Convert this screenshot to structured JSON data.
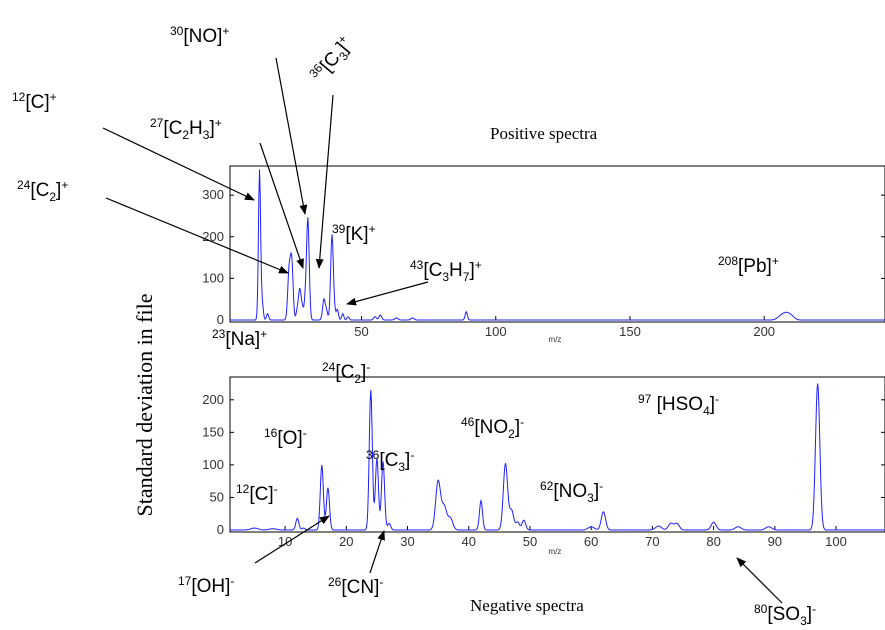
{
  "figure": {
    "ylabel": "Standard deviation in file",
    "line_color": "#1f1fff",
    "arrow_color": "#000000"
  },
  "chart_data": [
    {
      "type": "line",
      "title": "Positive spectra",
      "xlabel": "m/z",
      "ylabel": "",
      "xlim": [
        1,
        245
      ],
      "ylim": [
        0,
        370
      ],
      "grid": false,
      "x_ticks": [
        50,
        100,
        150,
        200
      ],
      "y_ticks": [
        0,
        100,
        200,
        300
      ],
      "peaks": [
        {
          "x": 12,
          "y": 360,
          "w": 0.4
        },
        {
          "x": 13,
          "y": 40,
          "w": 0.4
        },
        {
          "x": 15,
          "y": 15,
          "w": 0.4
        },
        {
          "x": 23,
          "y": 115,
          "w": 0.5
        },
        {
          "x": 24,
          "y": 140,
          "w": 0.5
        },
        {
          "x": 26,
          "y": 20,
          "w": 0.4
        },
        {
          "x": 27,
          "y": 75,
          "w": 0.5
        },
        {
          "x": 28,
          "y": 25,
          "w": 0.4
        },
        {
          "x": 29,
          "y": 40,
          "w": 0.4
        },
        {
          "x": 30,
          "y": 245,
          "w": 0.5
        },
        {
          "x": 36,
          "y": 50,
          "w": 0.5
        },
        {
          "x": 37,
          "y": 20,
          "w": 0.4
        },
        {
          "x": 39,
          "y": 205,
          "w": 0.5
        },
        {
          "x": 40,
          "y": 15,
          "w": 0.4
        },
        {
          "x": 41,
          "y": 25,
          "w": 0.4
        },
        {
          "x": 43,
          "y": 15,
          "w": 0.4
        },
        {
          "x": 45,
          "y": 8,
          "w": 0.4
        },
        {
          "x": 55,
          "y": 8,
          "w": 0.5
        },
        {
          "x": 57,
          "y": 12,
          "w": 0.5
        },
        {
          "x": 63,
          "y": 5,
          "w": 0.6
        },
        {
          "x": 69,
          "y": 5,
          "w": 0.6
        },
        {
          "x": 89,
          "y": 20,
          "w": 0.4
        },
        {
          "x": 206,
          "y": 8,
          "w": 1.2
        },
        {
          "x": 208,
          "y": 14,
          "w": 1.2
        },
        {
          "x": 210,
          "y": 10,
          "w": 1.2
        }
      ],
      "annotations": [
        {
          "sup": "12",
          "body": "[C]",
          "charge": "+"
        },
        {
          "sup": "24",
          "body": "[C",
          "sub": "2",
          "tail": "]",
          "charge": "+"
        },
        {
          "sup": "27",
          "body": "[C",
          "sub": "2",
          "body2": "H",
          "sub2": "3",
          "tail": "]",
          "charge": "+"
        },
        {
          "sup": "30",
          "body": "[NO]",
          "charge": "+"
        },
        {
          "sup": "36",
          "body": "[C",
          "sub": "3",
          "tail": "]",
          "charge": "+"
        },
        {
          "sup": "39",
          "body": "[K]",
          "charge": "+"
        },
        {
          "sup": "43",
          "body": "[C",
          "sub": "3",
          "body2": "H",
          "sub2": "7",
          "tail": "]",
          "charge": "+"
        },
        {
          "sup": "208",
          "body": "[Pb]",
          "charge": "+"
        },
        {
          "sup": "23",
          "body": "[Na]",
          "charge": "+"
        }
      ]
    },
    {
      "type": "line",
      "title": "Negative spectra",
      "xlabel": "m/z",
      "ylabel": "",
      "xlim": [
        1,
        108
      ],
      "ylim": [
        0,
        235
      ],
      "grid": false,
      "x_ticks": [
        10,
        20,
        30,
        40,
        50,
        60,
        70,
        80,
        90,
        100
      ],
      "y_ticks": [
        0,
        50,
        100,
        150,
        200
      ],
      "peaks": [
        {
          "x": 5,
          "y": 3,
          "w": 0.6
        },
        {
          "x": 8,
          "y": 2,
          "w": 0.6
        },
        {
          "x": 12,
          "y": 18,
          "w": 0.25
        },
        {
          "x": 13,
          "y": 3,
          "w": 0.25
        },
        {
          "x": 16,
          "y": 100,
          "w": 0.25
        },
        {
          "x": 17,
          "y": 65,
          "w": 0.25
        },
        {
          "x": 24,
          "y": 215,
          "w": 0.25
        },
        {
          "x": 25,
          "y": 110,
          "w": 0.25
        },
        {
          "x": 26,
          "y": 105,
          "w": 0.25
        },
        {
          "x": 27,
          "y": 10,
          "w": 0.25
        },
        {
          "x": 35,
          "y": 75,
          "w": 0.4
        },
        {
          "x": 36,
          "y": 35,
          "w": 0.4
        },
        {
          "x": 37,
          "y": 18,
          "w": 0.4
        },
        {
          "x": 42,
          "y": 45,
          "w": 0.25
        },
        {
          "x": 46,
          "y": 102,
          "w": 0.35
        },
        {
          "x": 47,
          "y": 30,
          "w": 0.35
        },
        {
          "x": 48,
          "y": 12,
          "w": 0.3
        },
        {
          "x": 49,
          "y": 15,
          "w": 0.3
        },
        {
          "x": 60,
          "y": 5,
          "w": 0.5
        },
        {
          "x": 62,
          "y": 28,
          "w": 0.35
        },
        {
          "x": 71,
          "y": 6,
          "w": 0.5
        },
        {
          "x": 73,
          "y": 10,
          "w": 0.4
        },
        {
          "x": 74,
          "y": 10,
          "w": 0.4
        },
        {
          "x": 80,
          "y": 12,
          "w": 0.4
        },
        {
          "x": 84,
          "y": 5,
          "w": 0.5
        },
        {
          "x": 89,
          "y": 5,
          "w": 0.5
        },
        {
          "x": 97,
          "y": 225,
          "w": 0.35
        }
      ],
      "annotations": [
        {
          "sup": "24",
          "body": "[C",
          "sub": "2",
          "tail": "]",
          "charge": "-"
        },
        {
          "sup": "97",
          "body": " [HSO",
          "sub": "4",
          "tail": "]",
          "charge": "-"
        },
        {
          "sup": "16",
          "body": "[O]",
          "charge": "-"
        },
        {
          "sup": "46",
          "body": "[NO",
          "sub": "2",
          "tail": "]",
          "charge": "-"
        },
        {
          "sup": "36",
          "body": "[C",
          "sub": "3",
          "tail": "]",
          "charge": "-"
        },
        {
          "sup": "62",
          "body": "[NO",
          "sub": "3",
          "tail": "]",
          "charge": "-"
        },
        {
          "sup": "12",
          "body": "[C]",
          "charge": "-"
        },
        {
          "sup": "17",
          "body": "[OH]",
          "charge": "-"
        },
        {
          "sup": "26",
          "body": "[CN]",
          "charge": "-"
        },
        {
          "sup": "80",
          "body": "[SO",
          "sub": "3",
          "tail": "]",
          "charge": "-"
        }
      ]
    }
  ]
}
